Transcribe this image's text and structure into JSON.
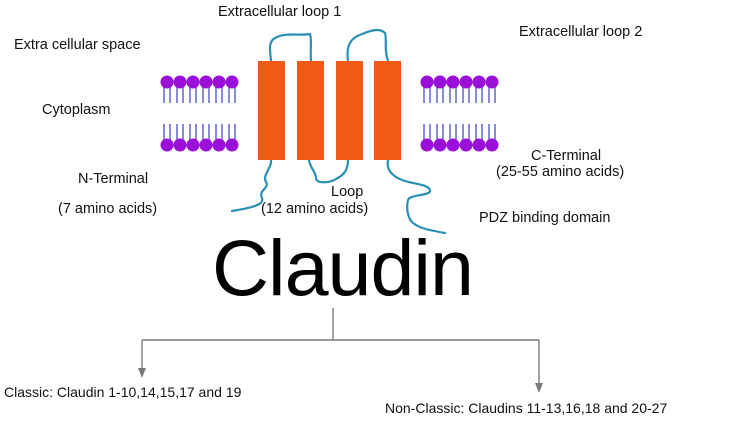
{
  "title": "Claudin",
  "labels": {
    "extracellular_space": "Extra cellular space",
    "cytoplasm": "Cytoplasm",
    "extracellular_loop_1": "Extracellular loop 1",
    "extracellular_loop_2": "Extracellular loop 2",
    "n_terminal": "N-Terminal",
    "n_terminal_detail": "(7 amino acids)",
    "loop": "Loop",
    "loop_detail": "(12 amino acids)",
    "c_terminal": "C-Terminal",
    "c_terminal_detail": "(25-55 amino acids)",
    "pdz": "PDZ binding domain"
  },
  "classification": {
    "classic": "Classic: Claudin 1-10,14,15,17 and 19",
    "non_classic": "Non-Classic: Claudins 11-13,16,18 and 20-27"
  },
  "colors": {
    "transmembrane": "#f05a14",
    "loop_line": "#2a8fb5",
    "lipid_head": "#9a10d8",
    "lipid_tail": "#6b6fcf",
    "arrow": "#7a7a7a"
  },
  "structure": {
    "transmembrane_domains": 4,
    "lipid_heads_per_leaflet_block": 6
  }
}
